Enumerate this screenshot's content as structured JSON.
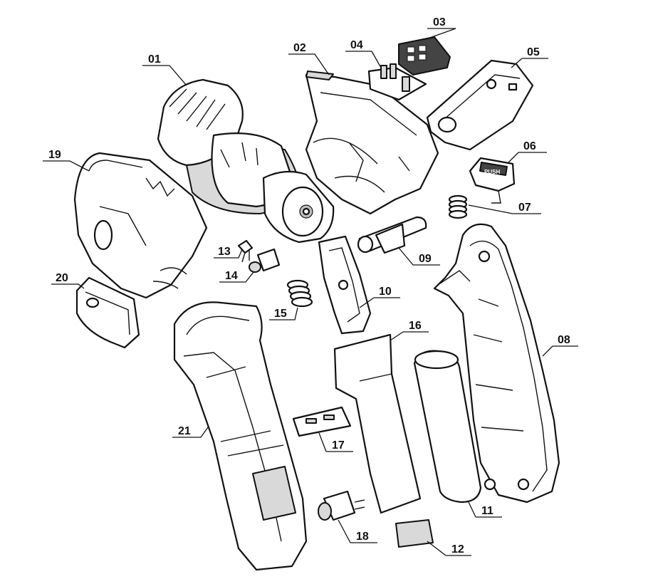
{
  "labels": {
    "p01": "01",
    "p02": "02",
    "p03": "03",
    "p04": "04",
    "p05": "05",
    "p06": "06",
    "p07": "07",
    "p08": "08",
    "p09": "09",
    "p10": "10",
    "p11": "11",
    "p12": "12",
    "p13": "13",
    "p14": "14",
    "p15": "15",
    "p16": "16",
    "p17": "17",
    "p18": "18",
    "p19": "19",
    "p20": "20",
    "p21": "21"
  },
  "switch_text": "PUSH"
}
